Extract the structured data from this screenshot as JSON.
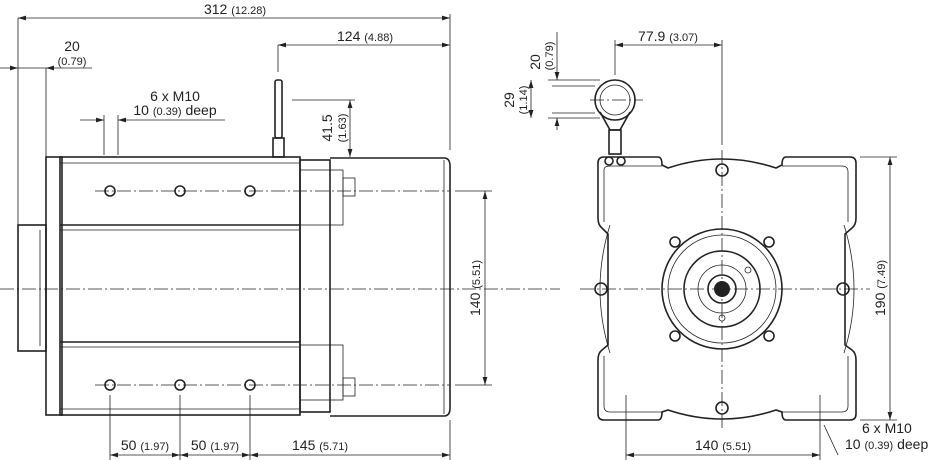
{
  "side_view": {
    "overall_length": {
      "value": "312",
      "inch": "(12.28)"
    },
    "cable_offset": {
      "value": "124",
      "inch": "(4.88)"
    },
    "flange": {
      "value": "20",
      "inch": "(0.79)"
    },
    "thread_note": {
      "line1": "6 x M10",
      "value": "10",
      "inch": "(0.39)",
      "suffix": "deep"
    },
    "cable_height": {
      "value": "41.5",
      "inch": "(1.63)"
    },
    "hole_spacing_v": {
      "value": "140",
      "inch": "(5.51)"
    },
    "hole_pitch_1": {
      "value": "50",
      "inch": "(1.97)"
    },
    "hole_pitch_2": {
      "value": "50",
      "inch": "(1.97)"
    },
    "rear_length": {
      "value": "145",
      "inch": "(5.71)"
    }
  },
  "front_view": {
    "eye_offset": {
      "value": "77.9",
      "inch": "(3.07)"
    },
    "eye_top": {
      "value": "20",
      "inch": "(0.79)"
    },
    "eye_dia": {
      "value": "29",
      "inch": "(1.14)"
    },
    "height": {
      "value": "190",
      "inch": "(7.49)"
    },
    "hole_spacing": {
      "value": "140",
      "inch": "(5.51)"
    },
    "thread_note": {
      "line1": "6 x M10",
      "value": "10",
      "inch": "(0.39)",
      "suffix": "deep"
    }
  }
}
